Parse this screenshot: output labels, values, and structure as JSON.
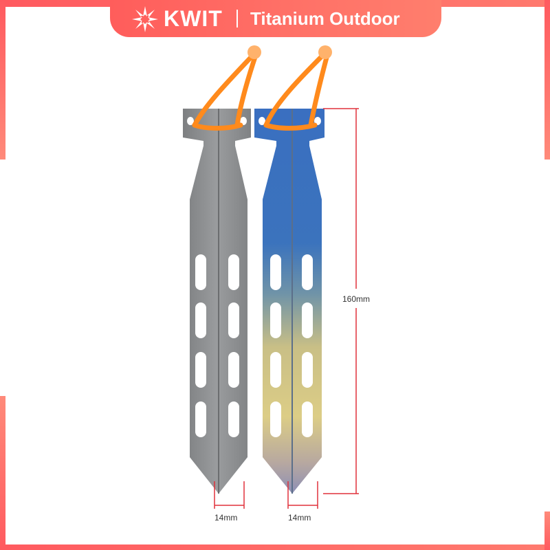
{
  "brand": {
    "name": "KWIT",
    "tagline": "Titanium Outdoor",
    "logo_icon": "asterisk-star-icon",
    "tab_color": "#ff6b63"
  },
  "product": {
    "items": [
      {
        "name": "gray titanium tent stake",
        "finish_color": "#8b8d8f",
        "cord_color": "#ff8a1c"
      },
      {
        "name": "anodized titanium tent stake",
        "finish_colors": [
          "#3f6fb8",
          "#e8d27a"
        ],
        "cord_color": "#ff8a1c"
      }
    ],
    "dimensions": {
      "length_label": "160mm",
      "width_label_left": "14mm",
      "width_label_right": "14mm",
      "line_color": "#e0303a"
    }
  }
}
